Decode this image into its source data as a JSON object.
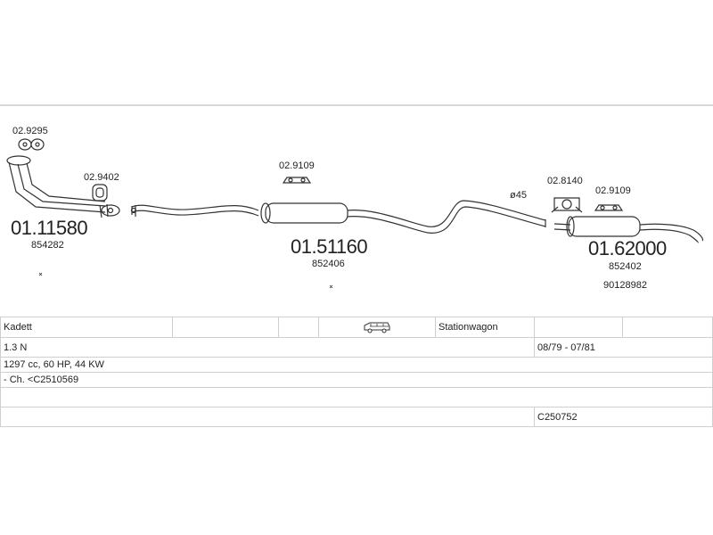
{
  "diagram": {
    "parts": [
      {
        "id": "front_pipe",
        "number": "01.11580",
        "ref": "854282"
      },
      {
        "id": "center_section",
        "number": "01.51160",
        "ref": "852406"
      },
      {
        "id": "rear_silencer",
        "number": "01.62000",
        "ref": "852402",
        "ref2": "90128982"
      }
    ],
    "fittings": {
      "gasket_front": "02.9295",
      "clamp_front": "02.9402",
      "hanger_middle": "02.9109",
      "hanger_rear_a": "02.8140",
      "hanger_rear_b": "02.9109"
    },
    "diameter_label": "ø45"
  },
  "vehicle": {
    "model": "Kadett",
    "body_type": "Stationwagon",
    "body_icon": "station-wagon-car-icon",
    "engine": "1.3 N",
    "period": "08/79 - 07/81",
    "spec": "1297 cc, 60 HP, 44 KW",
    "chassis": "- Ch. <C2510569",
    "code": "C250752"
  }
}
